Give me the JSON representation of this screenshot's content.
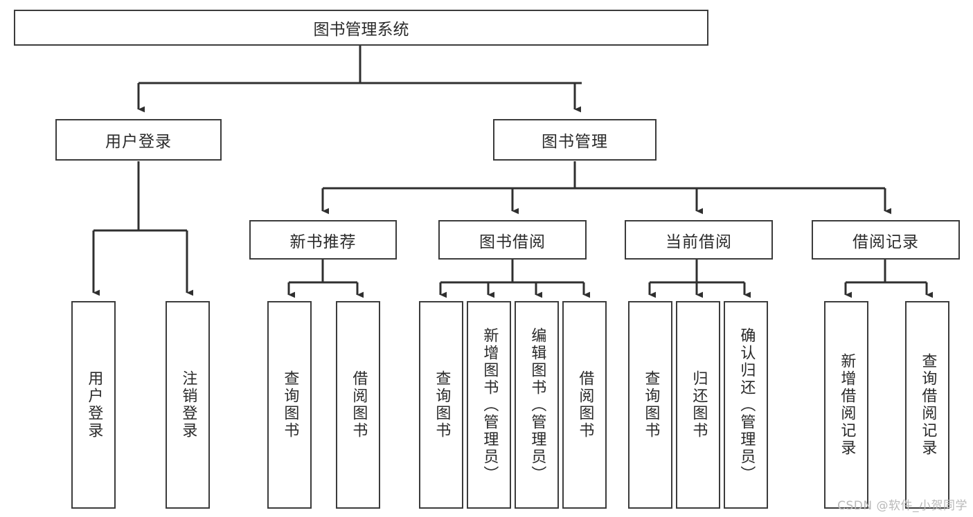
{
  "diagram": {
    "title": "图书管理系统",
    "type": "tree-hierarchy-diagram",
    "watermark": "CSDN @软件_小贺同学",
    "colors": {
      "box_border": "#3b3b3b",
      "box_fill": "#ffffff",
      "text": "#2a2a2a",
      "connector": "#2f2f2f",
      "watermark": "#b9b9b9",
      "background": "#ffffff"
    },
    "levels": {
      "root": {
        "label": "图书管理系统"
      },
      "level2": [
        {
          "label": "用户登录"
        },
        {
          "label": "图书管理"
        }
      ],
      "level3": [
        {
          "label": "新书推荐"
        },
        {
          "label": "图书借阅"
        },
        {
          "label": "当前借阅"
        },
        {
          "label": "借阅记录"
        }
      ],
      "leaves": {
        "user_login": [
          {
            "label": "用户登录"
          },
          {
            "label": "注销登录"
          }
        ],
        "new_book_recommend": [
          {
            "label": "查询图书"
          },
          {
            "label": "借阅图书"
          }
        ],
        "book_borrow": [
          {
            "label": "查询图书"
          },
          {
            "label": "新增图书（管理员）"
          },
          {
            "label": "编辑图书（管理员）"
          },
          {
            "label": "借阅图书"
          }
        ],
        "current_borrow": [
          {
            "label": "查询图书"
          },
          {
            "label": "归还图书"
          },
          {
            "label": "确认归还（管理员）"
          }
        ],
        "borrow_record": [
          {
            "label": "新增借阅记录"
          },
          {
            "label": "查询借阅记录"
          }
        ]
      }
    }
  }
}
